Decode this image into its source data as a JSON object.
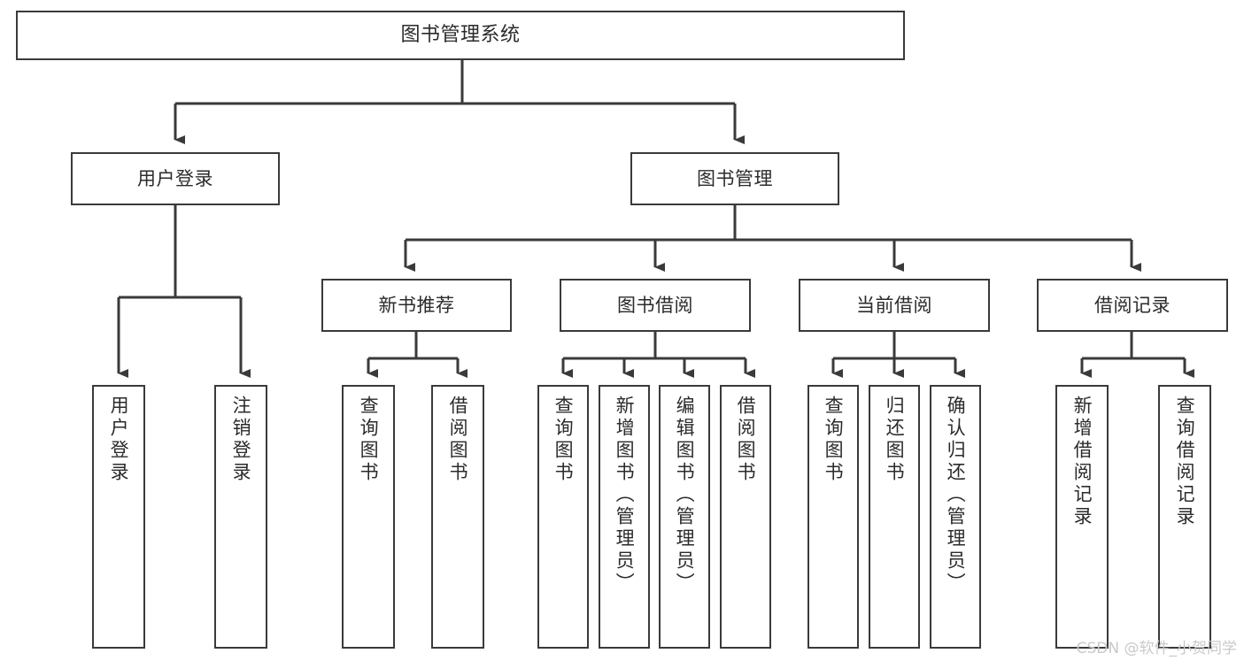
{
  "diagram": {
    "type": "tree",
    "title": "图书管理系统",
    "orientation": "top-down",
    "colors": {
      "background": "#ffffff",
      "node_fill": "#ffffff",
      "node_stroke": "#3a3a3a",
      "edge_stroke": "#3a3a3a",
      "text": "#2b2b2b",
      "watermark": "#c9c9c9"
    }
  },
  "watermark": {
    "text": "CSDN @软件_小贺同学"
  },
  "nodes": {
    "root": {
      "label": "图书管理系统"
    },
    "level2": [
      {
        "id": "user-login",
        "label": "用户登录"
      },
      {
        "id": "book-manage",
        "label": "图书管理"
      }
    ],
    "level3": [
      {
        "id": "new-book-recommend",
        "label": "新书推荐"
      },
      {
        "id": "book-borrow",
        "label": "图书借阅"
      },
      {
        "id": "current-borrow",
        "label": "当前借阅"
      },
      {
        "id": "borrow-record",
        "label": "借阅记录"
      }
    ],
    "leaves": {
      "user_login": [
        {
          "id": "leaf-user-login",
          "label": "用户登录"
        },
        {
          "id": "leaf-user-logout",
          "label": "注销登录"
        }
      ],
      "new_book_recommend": [
        {
          "id": "leaf-query-book-1",
          "label": "查询图书"
        },
        {
          "id": "leaf-borrow-book-1",
          "label": "借阅图书"
        }
      ],
      "book_borrow": [
        {
          "id": "leaf-query-book-2",
          "label": "查询图书"
        },
        {
          "id": "leaf-add-book",
          "label": "新增图书（管理员）"
        },
        {
          "id": "leaf-edit-book",
          "label": "编辑图书（管理员）"
        },
        {
          "id": "leaf-borrow-book-2",
          "label": "借阅图书"
        }
      ],
      "current_borrow": [
        {
          "id": "leaf-query-book-3",
          "label": "查询图书"
        },
        {
          "id": "leaf-return-book",
          "label": "归还图书"
        },
        {
          "id": "leaf-confirm-return",
          "label": "确认归还（管理员）"
        }
      ],
      "borrow_record": [
        {
          "id": "leaf-add-record",
          "label": "新增借阅记录"
        },
        {
          "id": "leaf-query-record",
          "label": "查询借阅记录"
        }
      ]
    }
  },
  "edges": [
    {
      "from": "图书管理系统",
      "to": "用户登录"
    },
    {
      "from": "图书管理系统",
      "to": "图书管理"
    },
    {
      "from": "用户登录",
      "to": "用户登录"
    },
    {
      "from": "用户登录",
      "to": "注销登录"
    },
    {
      "from": "图书管理",
      "to": "新书推荐"
    },
    {
      "from": "图书管理",
      "to": "图书借阅"
    },
    {
      "from": "图书管理",
      "to": "当前借阅"
    },
    {
      "from": "图书管理",
      "to": "借阅记录"
    },
    {
      "from": "新书推荐",
      "to": "查询图书"
    },
    {
      "from": "新书推荐",
      "to": "借阅图书"
    },
    {
      "from": "图书借阅",
      "to": "查询图书"
    },
    {
      "from": "图书借阅",
      "to": "新增图书（管理员）"
    },
    {
      "from": "图书借阅",
      "to": "编辑图书（管理员）"
    },
    {
      "from": "图书借阅",
      "to": "借阅图书"
    },
    {
      "from": "当前借阅",
      "to": "查询图书"
    },
    {
      "from": "当前借阅",
      "to": "归还图书"
    },
    {
      "from": "当前借阅",
      "to": "确认归还（管理员）"
    },
    {
      "from": "借阅记录",
      "to": "新增借阅记录"
    },
    {
      "from": "借阅记录",
      "to": "查询借阅记录"
    }
  ]
}
